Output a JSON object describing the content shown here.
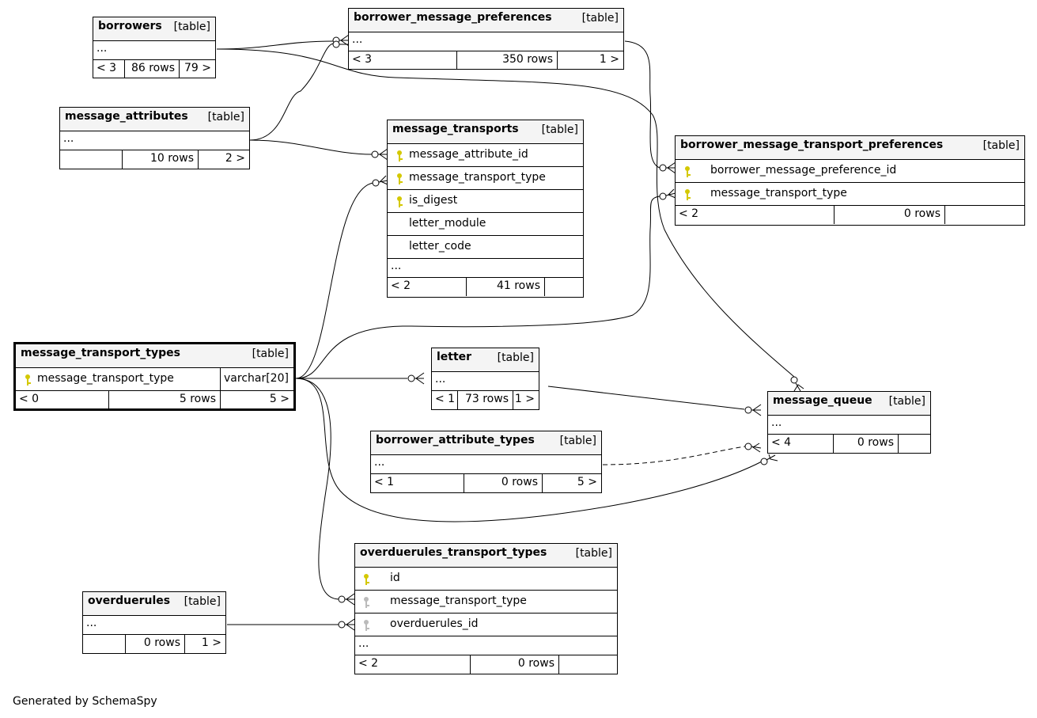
{
  "tables": {
    "borrowers": {
      "name": "borrowers",
      "tag": "[table]",
      "ellipsis": "...",
      "footer": [
        "< 3",
        "86 rows",
        "79 >"
      ]
    },
    "borrower_message_preferences": {
      "name": "borrower_message_preferences",
      "tag": "[table]",
      "ellipsis": "...",
      "footer": [
        "< 3",
        "350 rows",
        "1 >"
      ]
    },
    "message_attributes": {
      "name": "message_attributes",
      "tag": "[table]",
      "ellipsis": "...",
      "footer": [
        "",
        "10 rows",
        "2 >"
      ]
    },
    "message_transports": {
      "name": "message_transports",
      "tag": "[table]",
      "columns": [
        {
          "name": "message_attribute_id",
          "key": "primary"
        },
        {
          "name": "message_transport_type",
          "key": "primary"
        },
        {
          "name": "is_digest",
          "key": "primary"
        },
        {
          "name": "letter_module",
          "key": "none"
        },
        {
          "name": "letter_code",
          "key": "none"
        }
      ],
      "ellipsis": "...",
      "footer": [
        "< 2",
        "41 rows",
        ""
      ]
    },
    "borrower_message_transport_preferences": {
      "name": "borrower_message_transport_preferences",
      "tag": "[table]",
      "columns": [
        {
          "name": "borrower_message_preference_id",
          "key": "primary"
        },
        {
          "name": "message_transport_type",
          "key": "primary"
        }
      ],
      "footer": [
        "< 2",
        "0 rows",
        ""
      ]
    },
    "message_transport_types": {
      "name": "message_transport_types",
      "tag": "[table]",
      "columns": [
        {
          "name": "message_transport_type",
          "type": "varchar[20]",
          "key": "primary"
        }
      ],
      "footer": [
        "< 0",
        "5 rows",
        "5 >"
      ]
    },
    "letter": {
      "name": "letter",
      "tag": "[table]",
      "ellipsis": "...",
      "footer": [
        "< 1",
        "73 rows",
        "1 >"
      ]
    },
    "message_queue": {
      "name": "message_queue",
      "tag": "[table]",
      "ellipsis": "...",
      "footer": [
        "< 4",
        "0 rows",
        ""
      ]
    },
    "borrower_attribute_types": {
      "name": "borrower_attribute_types",
      "tag": "[table]",
      "ellipsis": "...",
      "footer": [
        "< 1",
        "0 rows",
        "5 >"
      ]
    },
    "overduerules_transport_types": {
      "name": "overduerules_transport_types",
      "tag": "[table]",
      "columns": [
        {
          "name": "id",
          "key": "primary"
        },
        {
          "name": "message_transport_type",
          "key": "foreign"
        },
        {
          "name": "overduerules_id",
          "key": "foreign"
        }
      ],
      "ellipsis": "...",
      "footer": [
        "< 2",
        "0 rows",
        ""
      ]
    },
    "overduerules": {
      "name": "overduerules",
      "tag": "[table]",
      "ellipsis": "...",
      "footer": [
        "",
        "0 rows",
        "1 >"
      ]
    }
  },
  "colors": {
    "primary_key": "#d4c800",
    "foreign_key": "#bbbbbb",
    "header_bg": "#f4f4f4",
    "line": "#000000"
  },
  "footer_text": "Generated by SchemaSpy"
}
